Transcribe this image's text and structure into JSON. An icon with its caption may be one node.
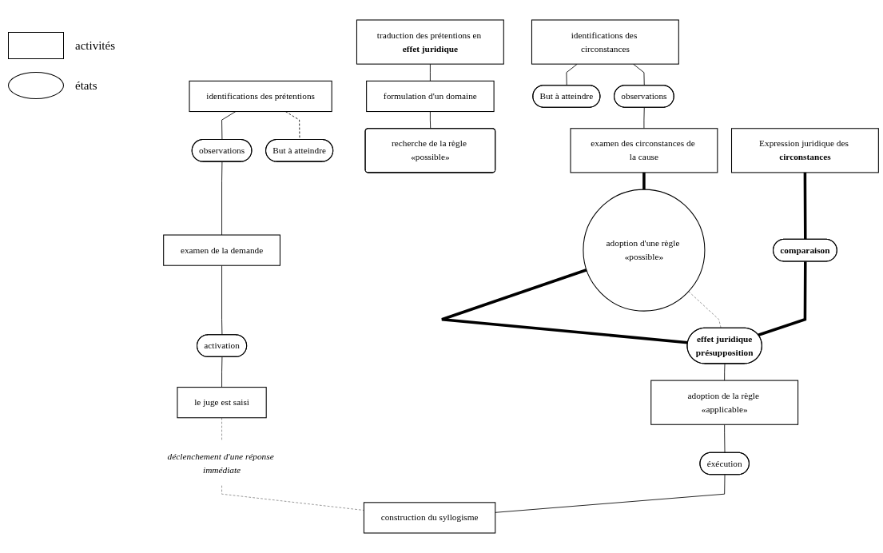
{
  "diagram": {
    "nodes": [
      {
        "text": [
          "identifications des prétentions"
        ]
      },
      {
        "text": [
          "observations"
        ]
      },
      {
        "text": [
          "examen de la demande"
        ]
      },
      {
        "text": [
          "activation"
        ]
      },
      {
        "text": [
          "le juge est saisi"
        ]
      },
      {
        "text": [
          "But à atteindre"
        ]
      },
      {
        "text": [
          "traduction des prétentions en **effet juridique**"
        ]
      },
      {
        "text": [
          "formulation d'un domaine"
        ]
      },
      {
        "text": [
          "recherche de la règle «possible»"
        ]
      },
      {
        "text": [
          "adoption d'une règle «possible»"
        ]
      },
      {
        "text": [
          "identifications des circonstances"
        ]
      },
      {
        "text": [
          "observations"
        ]
      },
      {
        "text": [
          "examen des circonstances de la cause"
        ]
      },
      {
        "text": [
          "But à atteindre"
        ]
      },
      {
        "text": [
          "Expression juridique des **circonstances**"
        ]
      },
      {
        "text": [
          "comparaison"
        ]
      },
      {
        "text": [
          "effet juridique",
          "présupposition"
        ]
      },
      {
        "text": [
          "adoption de la règle «applicable»"
        ]
      },
      {
        "text": [
          "éxécution"
        ]
      },
      {
        "text": [
          "construction du syllogisme"
        ]
      },
      {
        "text": [
          "déclenchement d'une réponse immédiate"
        ]
      }
    ],
    "edges": [
      {
        "from": 0,
        "to": 1,
        "arrow": "none"
      },
      {
        "from": 1,
        "to": 2,
        "arrow": "none"
      },
      {
        "from": 2,
        "to": 3,
        "arrow": "none"
      },
      {
        "from": 3,
        "to": 4,
        "arrow": "none"
      },
      {
        "from": 0,
        "to": 5,
        "arrow": "none",
        "style": "dashed"
      },
      {
        "from": 6,
        "to": 7,
        "arrow": "none"
      },
      {
        "from": 7,
        "to": 8,
        "arrow": "none"
      },
      {
        "from": 10,
        "to": 13,
        "arrow": "none"
      },
      {
        "from": 10,
        "to": 11,
        "arrow": "none"
      },
      {
        "from": 11,
        "to": 12,
        "arrow": "none"
      },
      {
        "from": 12,
        "to": 9,
        "arrow": "none",
        "style": "thick"
      },
      {
        "from": 14,
        "to": 15,
        "arrow": "none",
        "style": "thick"
      },
      {
        "from": 9,
        "to": 16,
        "arrow": "none",
        "style": "thick"
      },
      {
        "from": 15,
        "to": 16,
        "arrow": "none",
        "style": "thick"
      },
      {
        "from": 9,
        "to": 16,
        "arrow": "none",
        "style": "dashed",
        "color": "#888888"
      },
      {
        "from": 4,
        "to": 20,
        "arrow": "none",
        "style": "dashed",
        "color": "#888888"
      },
      {
        "from": 20,
        "to": 19,
        "arrow": "none",
        "style": "dashed",
        "color": "#888888"
      },
      {
        "from": 16,
        "to": 17,
        "arrow": "none"
      },
      {
        "from": 17,
        "to": 18,
        "arrow": "none"
      },
      {
        "from": 18,
        "to": 19,
        "arrow": "none"
      }
    ],
    "legend": [
      {
        "text": "activités"
      },
      {
        "text": "états"
      }
    ]
  }
}
